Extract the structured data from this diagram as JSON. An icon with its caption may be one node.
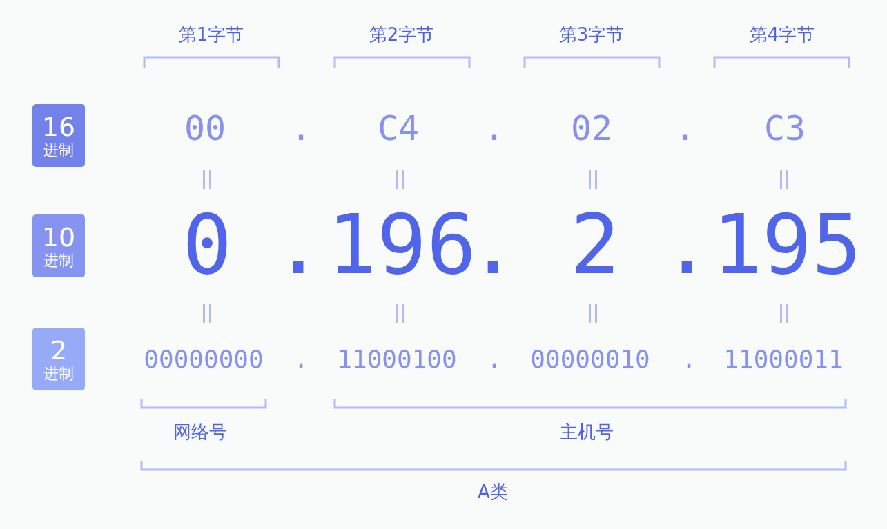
{
  "diagram": {
    "nodes": [
      {
        "text": [
          "16",
          "进制"
        ]
      },
      {
        "text": [
          "10",
          "进制"
        ]
      },
      {
        "text": [
          "2",
          "进制"
        ]
      }
    ],
    "labels": [
      "第1字节",
      "第2字节",
      "第3字节",
      "第4字节",
      "00",
      ".",
      "C4",
      ".",
      "02",
      ".",
      "C3",
      "0",
      ".",
      "196",
      ".",
      "2",
      ".",
      "195",
      "00000000",
      ".",
      "11000100",
      ".",
      "00000010",
      ".",
      "11000011",
      "网络号",
      "主机号",
      "A类"
    ]
  }
}
